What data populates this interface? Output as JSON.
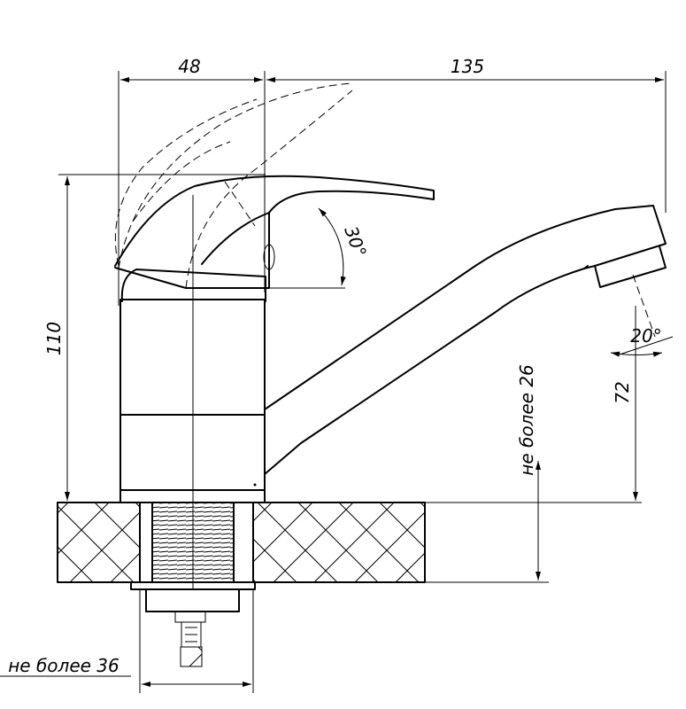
{
  "drawing": {
    "dimensions": {
      "handle_offset": "48",
      "spout_reach": "135",
      "total_height": "110",
      "spout_height": "72",
      "handle_angle": "30°",
      "aerator_angle": "20°",
      "max_thickness": "не более 26",
      "max_hole_diameter": "не более 36"
    }
  }
}
